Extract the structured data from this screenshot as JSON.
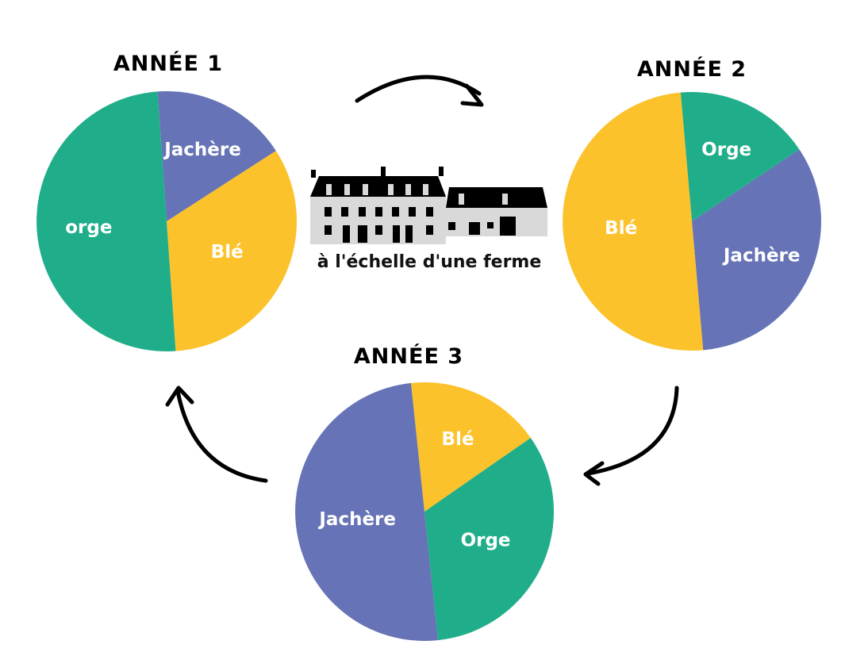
{
  "caption": "à l'échelle d'une ferme",
  "colors": {
    "orge": "#20ae8a",
    "ble": "#fbc22b",
    "jachere": "#6673b6",
    "farm_roof": "#000000",
    "farm_wall": "#d9d9d9"
  },
  "icons": [
    "farm-building-icon",
    "curved-arrow-icon"
  ],
  "chart_data": [
    {
      "type": "pie",
      "title": "ANNÉE 1",
      "slices": [
        {
          "label": "Jachère",
          "value": 17,
          "color": "#6673b6"
        },
        {
          "label": "Blé",
          "value": 33,
          "color": "#fbc22b"
        },
        {
          "label": "orge",
          "value": 50,
          "color": "#20ae8a"
        }
      ]
    },
    {
      "type": "pie",
      "title": "ANNÉE 2",
      "slices": [
        {
          "label": "Orge",
          "value": 17,
          "color": "#20ae8a"
        },
        {
          "label": "Jachère",
          "value": 33,
          "color": "#6673b6"
        },
        {
          "label": "Blé",
          "value": 50,
          "color": "#fbc22b"
        }
      ]
    },
    {
      "type": "pie",
      "title": "ANNÉE 3",
      "slices": [
        {
          "label": "Blé",
          "value": 17,
          "color": "#fbc22b"
        },
        {
          "label": "Orge",
          "value": 33,
          "color": "#20ae8a"
        },
        {
          "label": "Jachère",
          "value": 50,
          "color": "#6673b6"
        }
      ]
    }
  ]
}
